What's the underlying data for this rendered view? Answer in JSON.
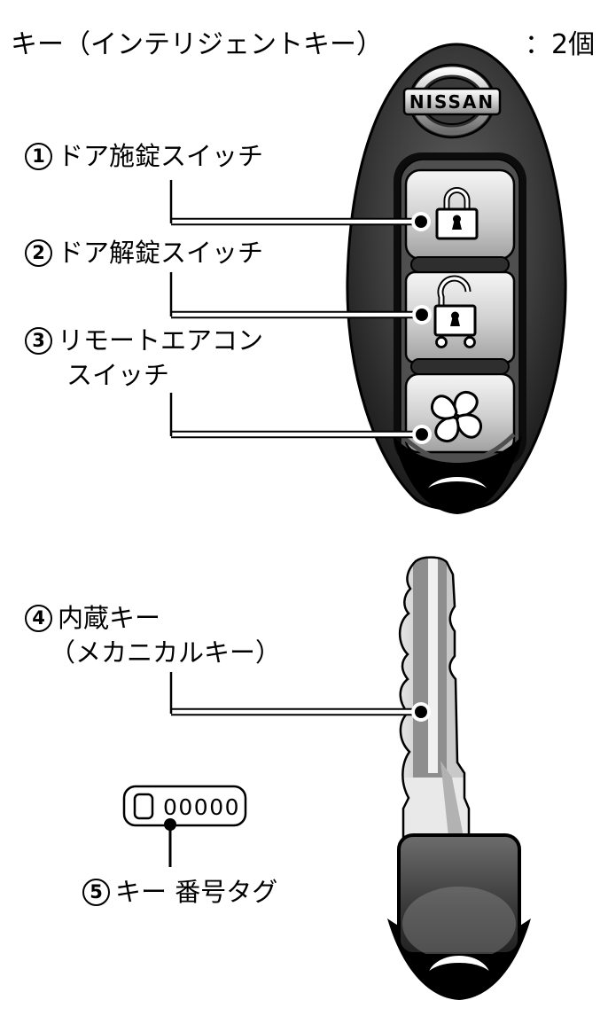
{
  "page": {
    "title": "キー（インテリジェントキー）",
    "quantity": "：2個"
  },
  "fob": {
    "brand": "NISSAN",
    "buttons": [
      {
        "icon": "lock-icon",
        "meaning": "ドア施錠"
      },
      {
        "icon": "unlock-icon",
        "meaning": "ドア解錠"
      },
      {
        "icon": "fan-icon",
        "meaning": "リモートエアコン"
      }
    ]
  },
  "labels": [
    {
      "num": "1",
      "line1": "ドア施錠スイッチ",
      "line2": ""
    },
    {
      "num": "2",
      "line1": "ドア解錠スイッチ",
      "line2": ""
    },
    {
      "num": "3",
      "line1": "リモートエアコン",
      "line2": "スイッチ"
    },
    {
      "num": "4",
      "line1": "内蔵キー",
      "line2": "（メカニカルキー）"
    },
    {
      "num": "5",
      "line1": "キー 番号タグ",
      "line2": ""
    }
  ],
  "tag": {
    "digits": "00000"
  },
  "colors": {
    "ink": "#000000",
    "fob_body": "#1c1c1c",
    "button_silver": "#c9c9c9"
  }
}
